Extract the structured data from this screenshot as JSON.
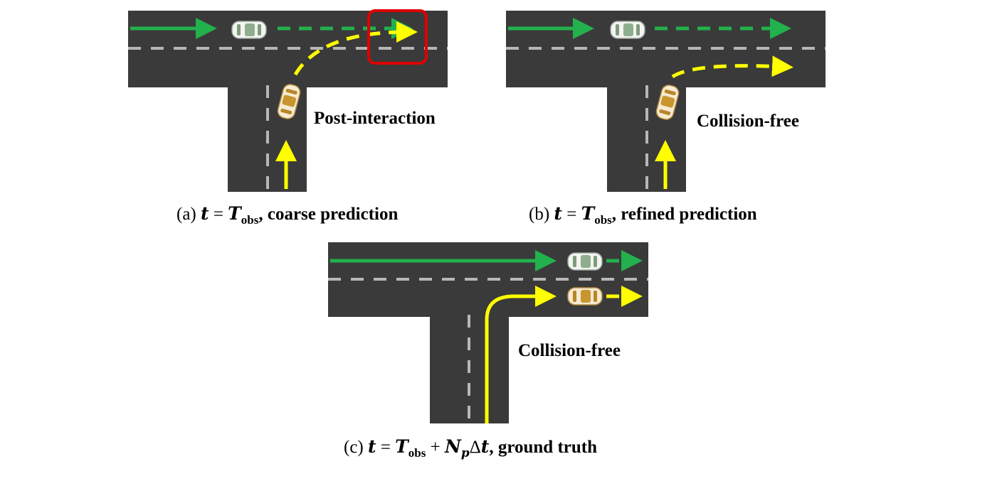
{
  "panels": {
    "a": {
      "label": "Post-interaction",
      "caption": {
        "prefix": "(a) ",
        "math_t": "t",
        "eq": " = ",
        "math_T": "T",
        "sub": "obs",
        "suffix": ", coarse prediction"
      }
    },
    "b": {
      "label": "Collision-free",
      "caption": {
        "prefix": "(b) ",
        "math_t": "t",
        "eq": " = ",
        "math_T": "T",
        "sub": "obs",
        "suffix": ", refined prediction"
      }
    },
    "c": {
      "label": "Collision-free",
      "caption": {
        "prefix": "(c) ",
        "math_t": "t",
        "eq": " = ",
        "math_T": "T",
        "sub": "obs",
        "plus": " + ",
        "math_N": "N",
        "sub_p": "p",
        "delta": "Δ",
        "math_t2": "t",
        "suffix": ", ground truth"
      }
    }
  },
  "colors": {
    "road": "#3a3a3a",
    "lane_marking": "#b7b7b7",
    "green_vehicle_path": "#22b14c",
    "yellow_vehicle_path": "#ffff00",
    "highlight_box": "#e00000"
  }
}
